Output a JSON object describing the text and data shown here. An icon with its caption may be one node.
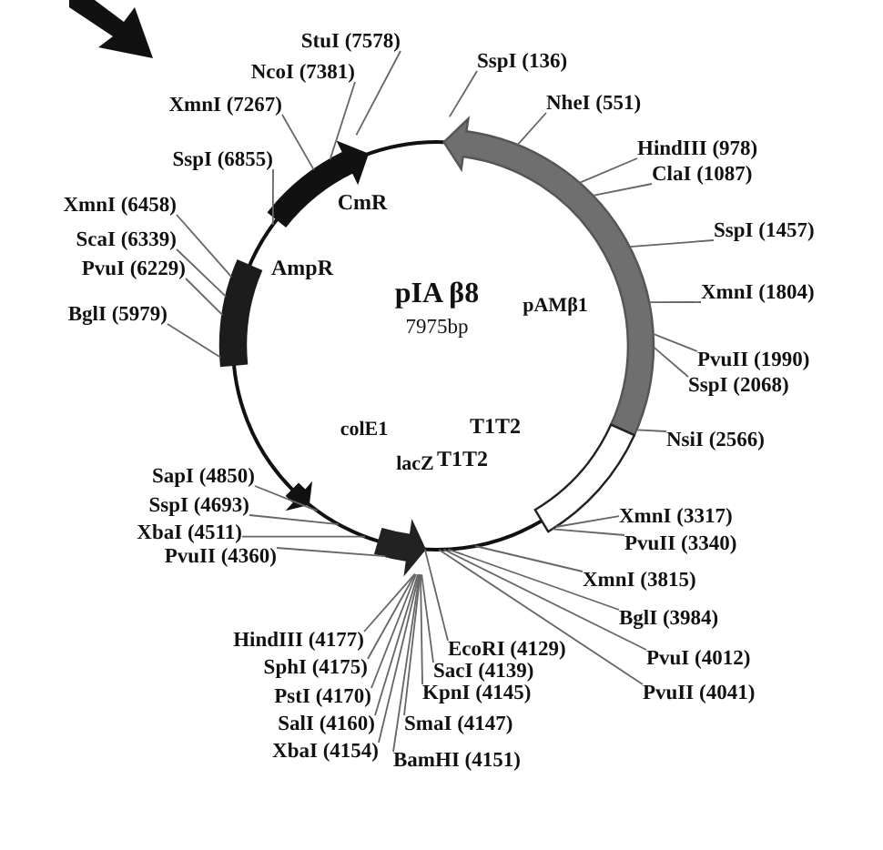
{
  "diagram": {
    "nodes": [
      {
        "text": [
          "pIA β8",
          "7975bp"
        ]
      },
      {
        "text": [
          "SspI (136)"
        ]
      },
      {
        "text": [
          "NheI (551)"
        ]
      },
      {
        "text": [
          "HindIII (978)"
        ]
      },
      {
        "text": [
          "ClaI (1087)"
        ]
      },
      {
        "text": [
          "SspI (1457)"
        ]
      },
      {
        "text": [
          "XmnI (1804)"
        ]
      },
      {
        "text": [
          "PvuII (1990)"
        ]
      },
      {
        "text": [
          "SspI (2068)"
        ]
      },
      {
        "text": [
          "NsiI (2566)"
        ]
      },
      {
        "text": [
          "XmnI (3317)"
        ]
      },
      {
        "text": [
          "PvuII (3340)"
        ]
      },
      {
        "text": [
          "XmnI (3815)"
        ]
      },
      {
        "text": [
          "BglI (3984)"
        ]
      },
      {
        "text": [
          "PvuI (4012)"
        ]
      },
      {
        "text": [
          "PvuII (4041)"
        ]
      },
      {
        "text": [
          "EcoRI (4129)"
        ]
      },
      {
        "text": [
          "SacI (4139)"
        ]
      },
      {
        "text": [
          "KpnI (4145)"
        ]
      },
      {
        "text": [
          "SmaI (4147)"
        ]
      },
      {
        "text": [
          "BamHI (4151)"
        ]
      },
      {
        "text": [
          "XbaI (4154)"
        ]
      },
      {
        "text": [
          "SalI (4160)"
        ]
      },
      {
        "text": [
          "PstI (4170)"
        ]
      },
      {
        "text": [
          "SphI (4175)"
        ]
      },
      {
        "text": [
          "HindIII (4177)"
        ]
      },
      {
        "text": [
          "PvuII (4360)"
        ]
      },
      {
        "text": [
          "XbaI (4511)"
        ]
      },
      {
        "text": [
          "SspI (4693)"
        ]
      },
      {
        "text": [
          "SapI (4850)"
        ]
      },
      {
        "text": [
          "BglI (5979)"
        ]
      },
      {
        "text": [
          "PvuI (6229)"
        ]
      },
      {
        "text": [
          "ScaI (6339)"
        ]
      },
      {
        "text": [
          "XmnI (6458)"
        ]
      },
      {
        "text": [
          "SspI (6855)"
        ]
      },
      {
        "text": [
          "XmnI (7267)"
        ]
      },
      {
        "text": [
          "NcoI (7381)"
        ]
      },
      {
        "text": [
          "StuI (7578)"
        ]
      }
    ],
    "edges": [
      {
        "from": 1,
        "to": 0,
        "arrow": "none"
      },
      {
        "from": 2,
        "to": 0,
        "arrow": "none"
      },
      {
        "from": 3,
        "to": 0,
        "arrow": "none"
      },
      {
        "from": 4,
        "to": 0,
        "arrow": "none"
      },
      {
        "from": 5,
        "to": 0,
        "arrow": "none"
      },
      {
        "from": 6,
        "to": 0,
        "arrow": "none"
      },
      {
        "from": 7,
        "to": 0,
        "arrow": "none"
      },
      {
        "from": 8,
        "to": 0,
        "arrow": "none"
      },
      {
        "from": 9,
        "to": 0,
        "arrow": "none"
      },
      {
        "from": 10,
        "to": 0,
        "arrow": "none"
      },
      {
        "from": 11,
        "to": 0,
        "arrow": "none"
      },
      {
        "from": 12,
        "to": 0,
        "arrow": "none"
      },
      {
        "from": 13,
        "to": 0,
        "arrow": "none"
      },
      {
        "from": 14,
        "to": 0,
        "arrow": "none"
      },
      {
        "from": 15,
        "to": 0,
        "arrow": "none"
      },
      {
        "from": 16,
        "to": 0,
        "arrow": "none"
      },
      {
        "from": 17,
        "to": 0,
        "arrow": "none"
      },
      {
        "from": 18,
        "to": 0,
        "arrow": "none"
      },
      {
        "from": 19,
        "to": 0,
        "arrow": "none"
      },
      {
        "from": 20,
        "to": 0,
        "arrow": "none"
      },
      {
        "from": 21,
        "to": 0,
        "arrow": "none"
      },
      {
        "from": 22,
        "to": 0,
        "arrow": "none"
      },
      {
        "from": 23,
        "to": 0,
        "arrow": "none"
      },
      {
        "from": 24,
        "to": 0,
        "arrow": "none"
      },
      {
        "from": 25,
        "to": 0,
        "arrow": "none"
      },
      {
        "from": 26,
        "to": 0,
        "arrow": "none"
      },
      {
        "from": 27,
        "to": 0,
        "arrow": "none"
      },
      {
        "from": 28,
        "to": 0,
        "arrow": "none"
      },
      {
        "from": 29,
        "to": 0,
        "arrow": "none"
      },
      {
        "from": 30,
        "to": 0,
        "arrow": "none"
      },
      {
        "from": 31,
        "to": 0,
        "arrow": "none"
      },
      {
        "from": 32,
        "to": 0,
        "arrow": "none"
      },
      {
        "from": 33,
        "to": 0,
        "arrow": "none"
      },
      {
        "from": 34,
        "to": 0,
        "arrow": "none"
      },
      {
        "from": 35,
        "to": 0,
        "arrow": "none"
      },
      {
        "from": 36,
        "to": 0,
        "arrow": "none"
      },
      {
        "from": 37,
        "to": 0,
        "arrow": "none"
      }
    ],
    "labels": [
      "CmR",
      "AmpR",
      "pAMβ1",
      "T1T2",
      "T1T2",
      "colE1",
      "lacZ"
    ]
  }
}
